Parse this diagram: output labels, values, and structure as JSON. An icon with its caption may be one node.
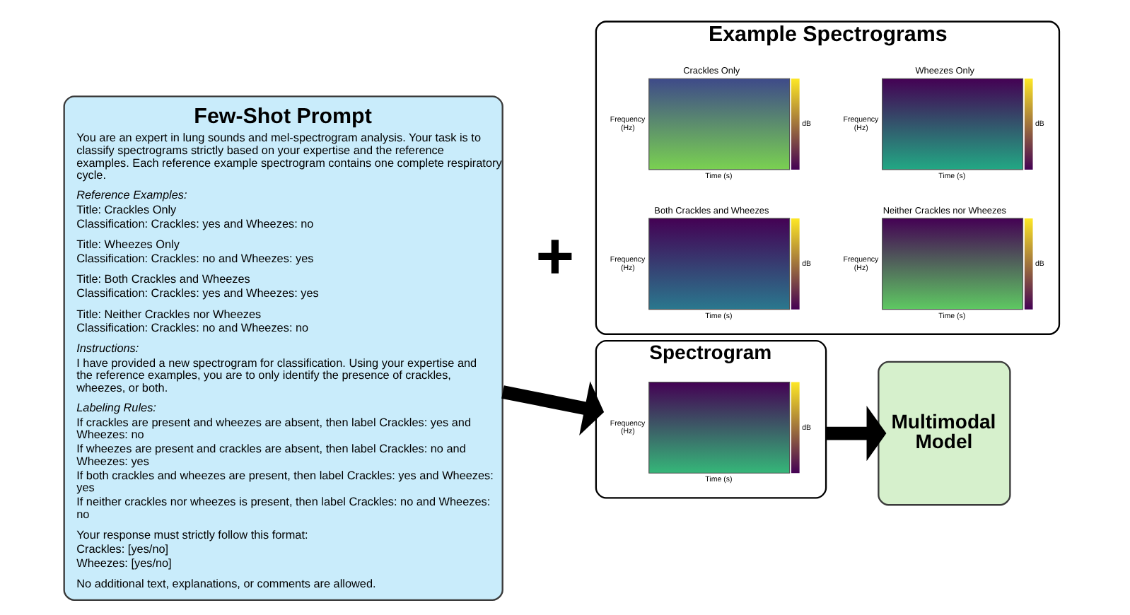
{
  "diagram": {
    "nodes": [
      {
        "text": [
          "Few-Shot Prompt",
          "You are an expert in lung sounds and mel-spectrogram analysis. Your task is to classify spectrograms strictly based on your expertise and the reference examples. Each reference example spectrogram contains one complete respiratory cycle.",
          "Reference Examples:",
          "Title: Crackles Only",
          "Classification: Crackles: yes and Wheezes: no",
          "Title: Wheezes Only",
          "Classification: Crackles: no and Wheezes: yes",
          "Title: Both Crackles and Wheezes",
          "Classification: Crackles: yes and Wheezes: yes",
          "Title: Neither Crackles nor Wheezes",
          "Classification: Crackles: no and Wheezes: no",
          "Instructions:",
          "I have provided a new spectrogram for classification. Using your expertise and the reference examples, you are to only identify the presence of crackles, wheezes, or both.",
          "Labeling Rules:",
          "If crackles are present and wheezes are absent, then label Crackles: yes and Wheezes: no",
          "If wheezes are present and crackles are absent, then label Crackles: no and Wheezes: yes",
          "If both crackles and wheezes are present, then label Crackles: yes and Wheezes: yes",
          "If neither crackles nor wheezes is present, then label Crackles: no and Wheezes: no",
          "Your response must strictly follow this format:",
          "Crackles: [yes/no]",
          "Wheezes: [yes/no]",
          "No additional text, explanations, or comments are allowed."
        ]
      },
      {
        "text": [
          "Example Spectrograms"
        ]
      },
      {
        "text": [
          "Crackles Only"
        ],
        "in": 1,
        "beside": [
          "Frequency (Hz)",
          "Time (s)",
          "dB"
        ]
      },
      {
        "text": [
          "Wheezes Only"
        ],
        "in": 1,
        "beside": [
          "Frequency (Hz)",
          "Time (s)",
          "dB"
        ]
      },
      {
        "text": [
          "Both Crackles and Wheezes"
        ],
        "in": 1,
        "beside": [
          "Frequency (Hz)",
          "Time (s)",
          "dB"
        ]
      },
      {
        "text": [
          "Neither Crackles nor Wheezes"
        ],
        "in": 1,
        "beside": [
          "Frequency (Hz)",
          "Time (s)",
          "dB"
        ]
      },
      {
        "text": [
          "Spectrogram"
        ]
      },
      {
        "text": [],
        "shape": "picture",
        "in": 6,
        "beside": [
          "Frequency (Hz)",
          "Time (s)",
          "dB"
        ]
      },
      {
        "text": [
          "Multimodal Model"
        ]
      }
    ],
    "edges": [
      {
        "from": 0,
        "to": 6,
        "arrow": "to"
      },
      {
        "from": 6,
        "to": 8,
        "arrow": "to"
      }
    ],
    "labels": [
      "+"
    ]
  }
}
